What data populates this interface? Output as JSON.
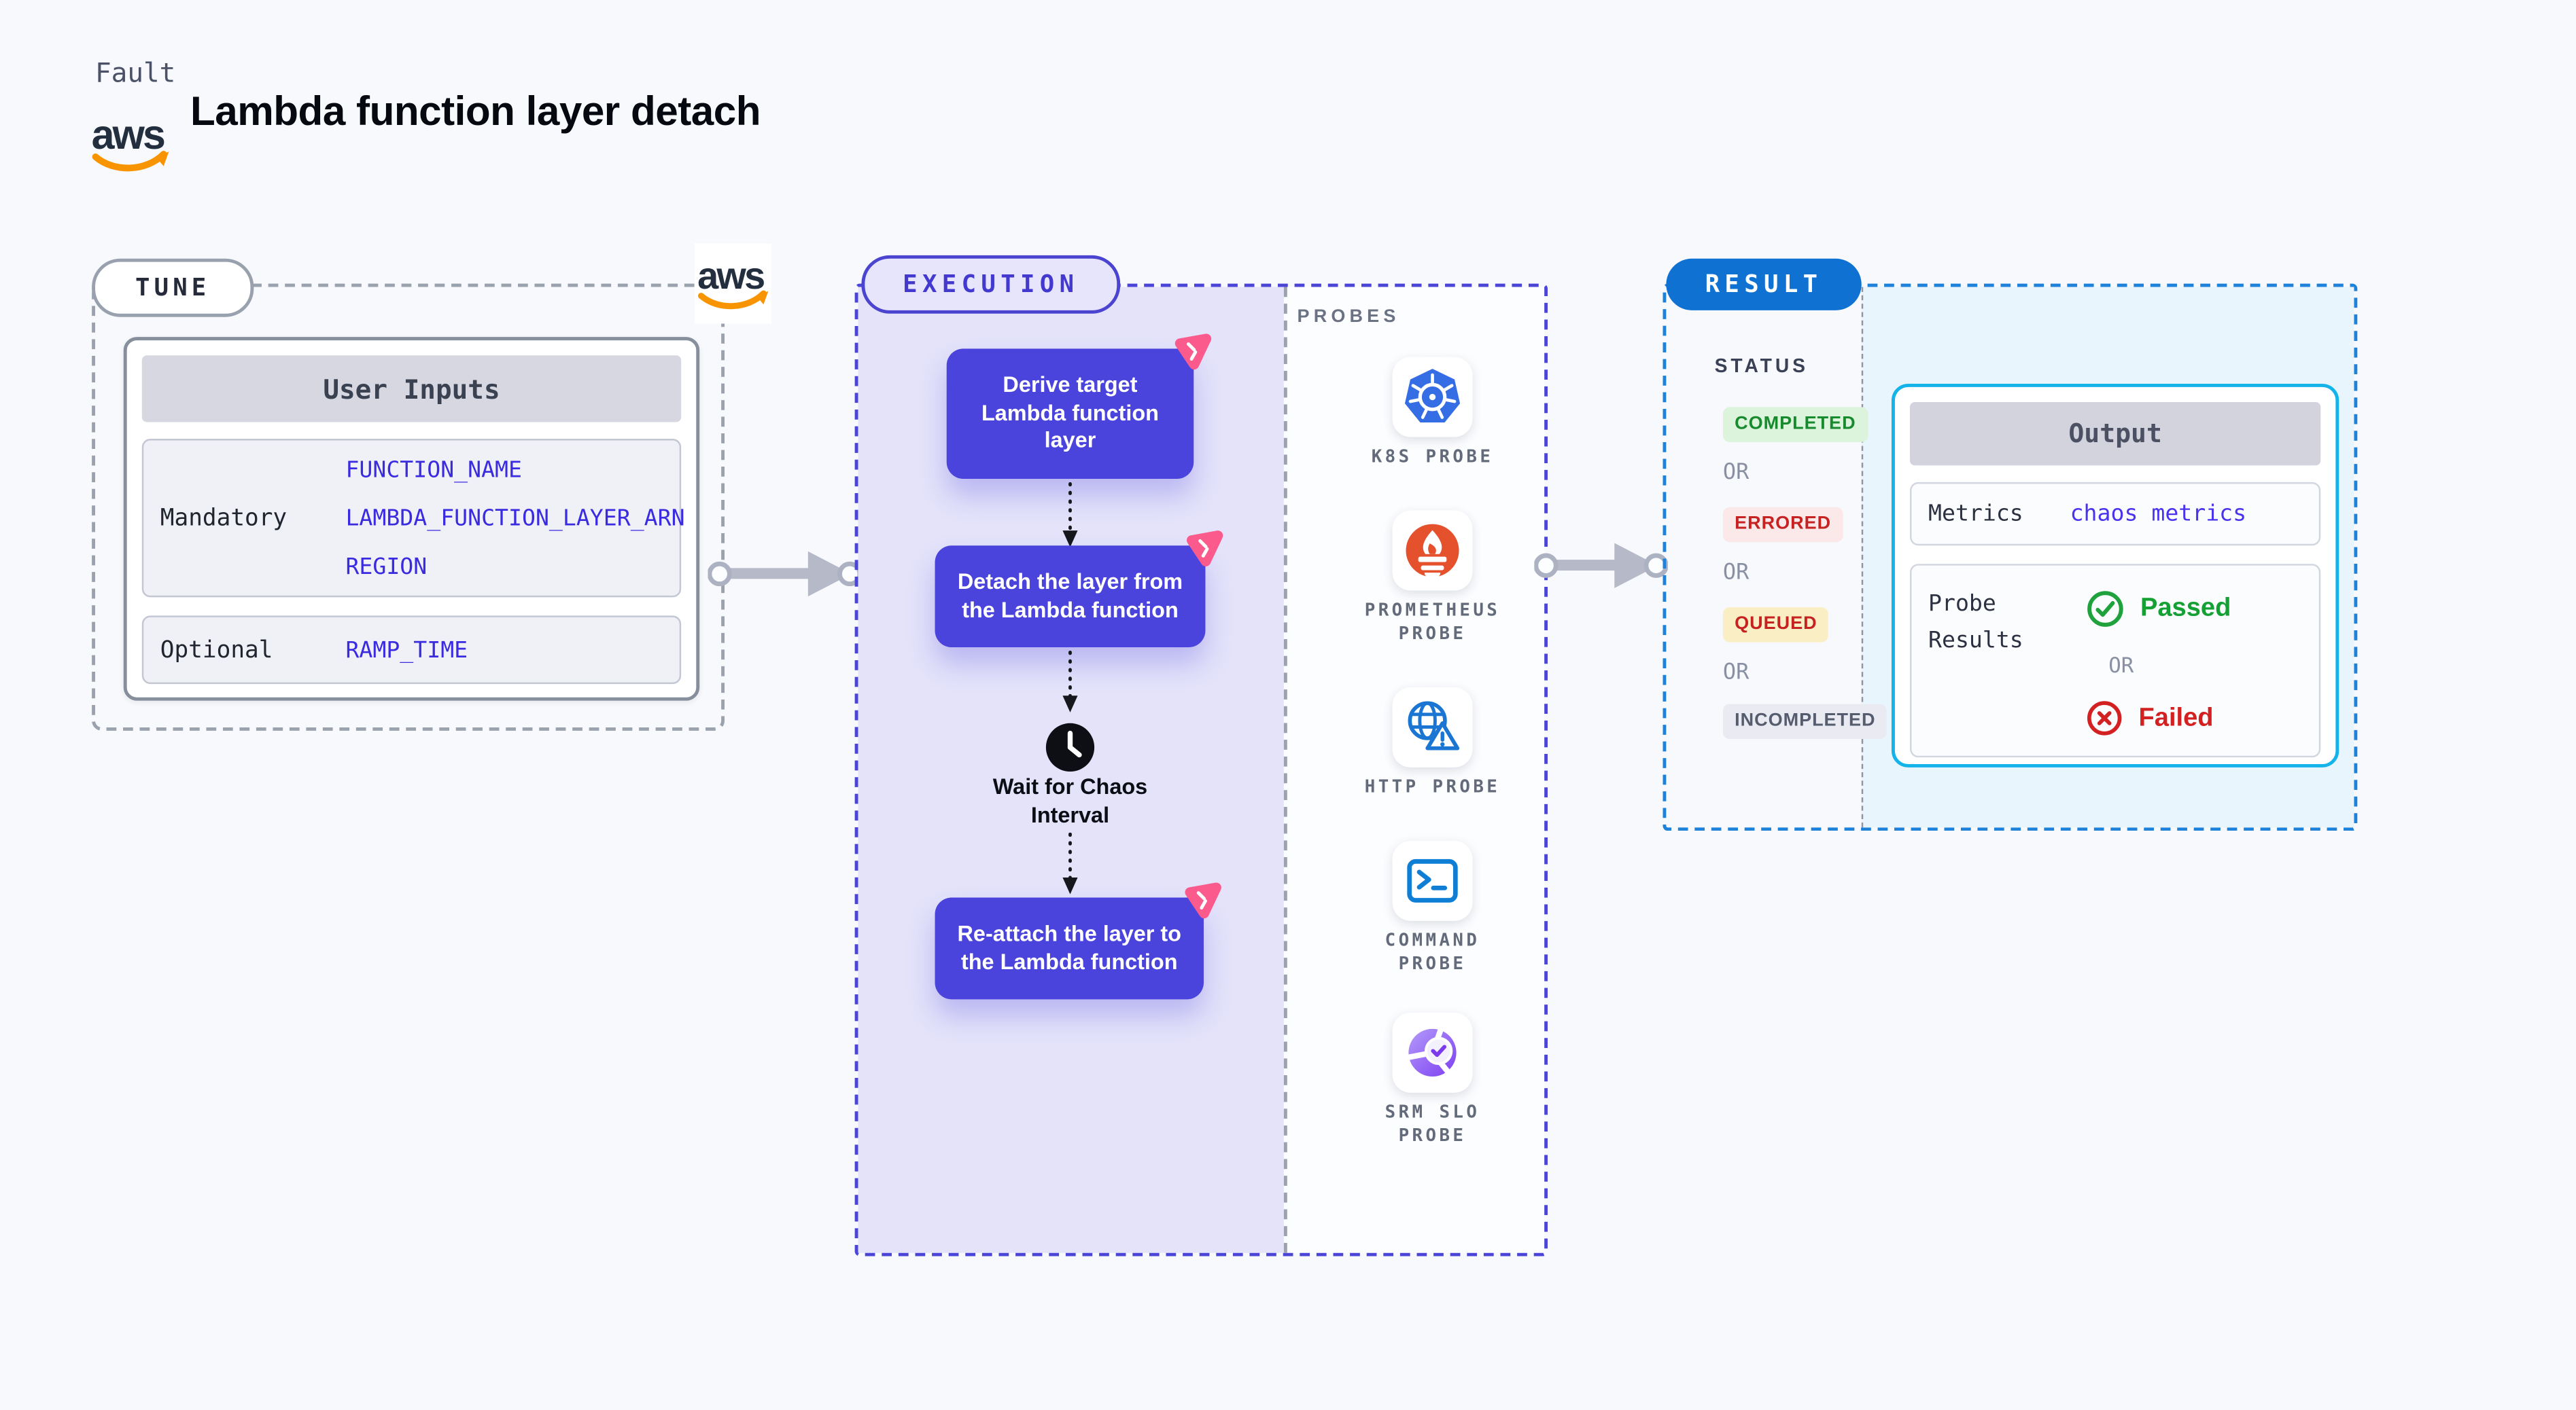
{
  "header": {
    "kicker": "Fault",
    "title": "Lambda function layer detach",
    "aws_text": "aws"
  },
  "tune": {
    "pill": "TUNE",
    "table": {
      "header": "User Inputs",
      "rows": [
        {
          "label": "Mandatory",
          "values": [
            "FUNCTION_NAME",
            "LAMBDA_FUNCTION_LAYER_ARN",
            "REGION"
          ]
        },
        {
          "label": "Optional",
          "values": [
            "RAMP_TIME"
          ]
        }
      ]
    }
  },
  "execution": {
    "pill": "EXECUTION",
    "steps": [
      {
        "label": "Derive target Lambda function layer"
      },
      {
        "label": "Detach the layer from the Lambda function"
      },
      {
        "label": "Re-attach the layer to the Lambda function"
      }
    ],
    "wait_label": "Wait for Chaos Interval",
    "probes": {
      "heading": "PROBES",
      "items": [
        {
          "icon": "kubernetes-icon",
          "label": "K8S PROBE"
        },
        {
          "icon": "prometheus-icon",
          "label": "PROMETHEUS PROBE"
        },
        {
          "icon": "http-globe-icon",
          "label": "HTTP PROBE"
        },
        {
          "icon": "terminal-icon",
          "label": "COMMAND PROBE"
        },
        {
          "icon": "srm-slo-icon",
          "label": "SRM SLO PROBE"
        }
      ]
    }
  },
  "result": {
    "pill": "RESULT",
    "status": {
      "heading": "STATUS",
      "separator": "OR",
      "items": [
        "COMPLETED",
        "ERRORED",
        "QUEUED",
        "INCOMPLETED"
      ]
    },
    "output": {
      "header": "Output",
      "metrics_label": "Metrics",
      "metrics_value": "chaos metrics",
      "probe_results_label": "Probe Results",
      "passed": "Passed",
      "or": "OR",
      "failed": "Failed"
    }
  },
  "colors": {
    "page_bg": "#f7f9fc",
    "indigo_step": "#4b44dc",
    "execution_dash": "#4a45d6",
    "lavender_fill": "#e4e3fa",
    "result_dash": "#1e82da",
    "result_pill": "#0f72d2",
    "cyan_fill": "#e8f5fd",
    "output_border": "#14b3e9",
    "param_blue": "#3a2be0",
    "completed_green": "#168a2c",
    "errored_red": "#c62222",
    "queued_yellow_bg": "#faeec5",
    "passed_green": "#14a033",
    "failed_red": "#d32121",
    "pink_badge": "#fa5a8c",
    "aws_orange": "#f79400",
    "aws_navy": "#232f3e"
  }
}
